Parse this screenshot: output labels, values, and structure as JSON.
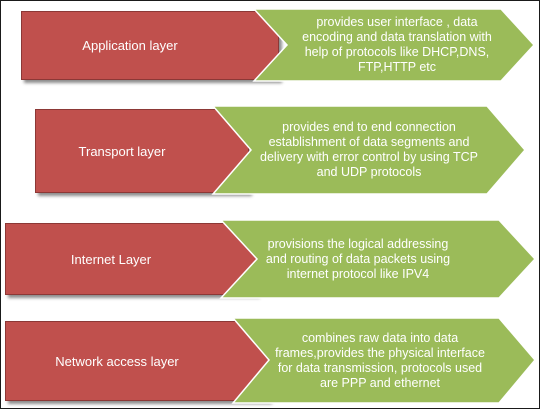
{
  "colors": {
    "layer_fill": "#c0504d",
    "description_fill": "#9bbb59",
    "text": "#ffffff"
  },
  "layers": [
    {
      "name": "Application layer",
      "description": "provides user interface , data encoding and data translation with help of protocols like DHCP,DNS, FTP,HTTP etc"
    },
    {
      "name": "Transport layer",
      "description": "provides end to end connection establishment of data segments and delivery with error control by using TCP and UDP protocols"
    },
    {
      "name": "Internet Layer",
      "description": "provisions the logical addressing and routing of data packets using internet protocol like IPV4"
    },
    {
      "name": "Network access layer",
      "description": "combines raw data into data frames,provides the physical interface for data transmission, protocols used are PPP and ethernet"
    }
  ]
}
